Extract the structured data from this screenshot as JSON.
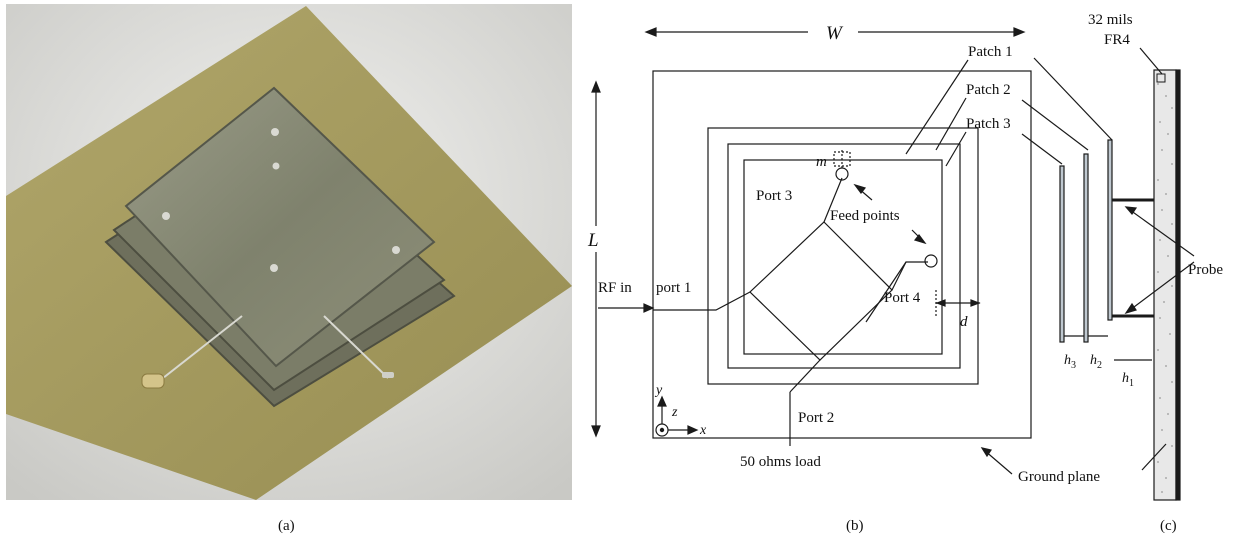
{
  "captions": {
    "a": "(a)",
    "b": "(b)",
    "c": "(c)"
  },
  "diagram": {
    "width_label": "W",
    "length_label": "L",
    "patch1": "Patch 1",
    "patch2": "Patch 2",
    "patch3": "Patch 3",
    "substrate_line1": "32 mils",
    "substrate_line2": "FR4",
    "m_label": "m",
    "port3": "Port 3",
    "feed_points": "Feed points",
    "rf_in": "RF in",
    "port1": "port 1",
    "port4": "Port 4",
    "d_label": "d",
    "port2": "Port 2",
    "load": "50 ohms load",
    "probe": "Probe",
    "ground_plane": "Ground plane",
    "axis_x": "x",
    "axis_y": "y",
    "axis_z": "z",
    "h1": "h",
    "h1_sub": "1",
    "h2": "h",
    "h2_sub": "2",
    "h3": "h",
    "h3_sub": "3"
  },
  "colors": {
    "board": "#a39a5c",
    "metal": "#8a8c7a",
    "line": "#1a1a1a"
  }
}
